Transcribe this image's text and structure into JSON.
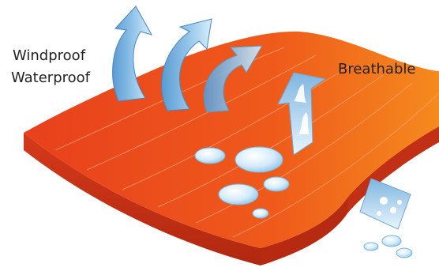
{
  "labels": {
    "windproof": "Windproof",
    "waterproof": "Waterproof",
    "breathable": "Breathable"
  },
  "colors": {
    "fabric_top": "#ef4a1c",
    "fabric_top_light": "#f47a1a",
    "fabric_edge": "#c62f14",
    "fabric_edge_dark": "#a8240f",
    "arrow_blue": "#6aa8d8",
    "arrow_blue_light": "#d7ecfa",
    "drop": "#cfe7f8",
    "text": "#222222"
  },
  "icons": [
    "wind-arrow-icon",
    "vapor-arrow-icon",
    "water-droplet-icon"
  ]
}
